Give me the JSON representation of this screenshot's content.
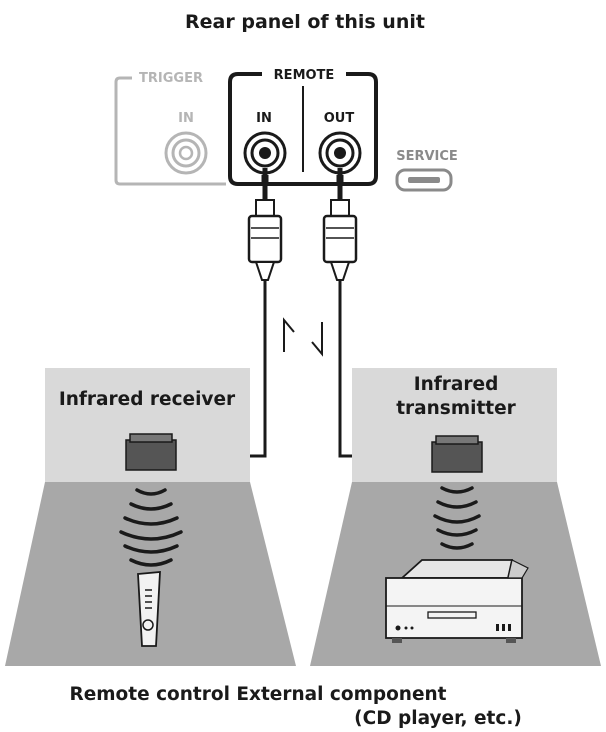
{
  "title": "Rear panel of this unit",
  "panel": {
    "trigger_label": "TRIGGER",
    "trigger_in": "IN",
    "remote_label": "REMOTE",
    "remote_in": "IN",
    "remote_out": "OUT",
    "service_label": "SERVICE"
  },
  "receiver_label": "Infrared receiver",
  "transmitter_label_line1": "Infrared",
  "transmitter_label_line2": "transmitter",
  "bottom_label_line1": "Remote control External component",
  "bottom_label_line2": "(CD player, etc.)",
  "colors": {
    "ink": "#1a1a1a",
    "faded": "#b5b5b5",
    "wall": "#d9d9d9",
    "floor": "#a8a8a8",
    "device": "#5a5a5a"
  }
}
